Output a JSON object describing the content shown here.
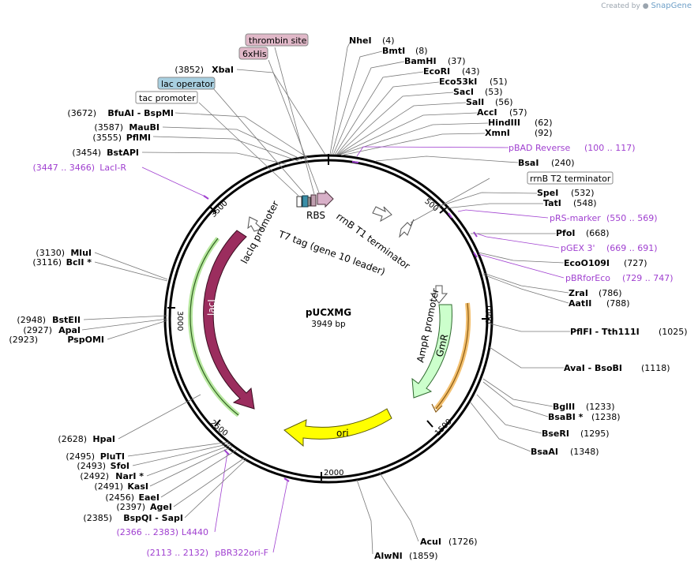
{
  "brand": {
    "created_by": "Created by",
    "name": "SnapGene"
  },
  "plasmid": {
    "name": "pUCXMG",
    "length": "3949 bp"
  },
  "tick_labels": [
    "500",
    "1000",
    "1500",
    "2000",
    "2500",
    "3000",
    "3500"
  ],
  "feature_labels": {
    "rbs": "RBS",
    "rrnb_t1": "rrnB T1 terminator",
    "t7_tag": "T7 tag (gene 10 leader)",
    "laciq_promoter": "lacIq promoter",
    "laci": "lacI",
    "ampr_promoter": "AmpR promoter",
    "gmr": "GmR",
    "ori": "ori"
  },
  "boxed_labels": {
    "thrombin_site": "thrombin site",
    "his_tag": "6xHis",
    "lac_operator": "lac operator",
    "tac_promoter": "tac promoter",
    "rrnb_t2": "rrnB T2 terminator"
  },
  "sites_right": [
    {
      "pos": "(4)",
      "name": "NheI"
    },
    {
      "pos": "(8)",
      "name": "BmtI"
    },
    {
      "pos": "(37)",
      "name": "BamHI"
    },
    {
      "pos": "(43)",
      "name": "EcoRI"
    },
    {
      "pos": "(51)",
      "name": "Eco53kI"
    },
    {
      "pos": "(53)",
      "name": "SacI"
    },
    {
      "pos": "(56)",
      "name": "SalI"
    },
    {
      "pos": "(57)",
      "name": "AccI"
    },
    {
      "pos": "(62)",
      "name": "HindIII"
    },
    {
      "pos": "(92)",
      "name": "XmnI"
    },
    {
      "pos": "(240)",
      "name": "BsaI"
    },
    {
      "pos": "(532)",
      "name": "SpeI"
    },
    {
      "pos": "(548)",
      "name": "TatI"
    },
    {
      "pos": "(668)",
      "name": "PfoI"
    },
    {
      "pos": "(727)",
      "name": "EcoO109I"
    },
    {
      "pos": "(786)",
      "name": "ZraI"
    },
    {
      "pos": "(788)",
      "name": "AatII"
    },
    {
      "pos": "(1025)",
      "name": "PflFI  - Tth111I"
    },
    {
      "pos": "(1118)",
      "name": "AvaI  - BsoBI"
    },
    {
      "pos": "(1233)",
      "name": "BglII"
    },
    {
      "pos": "(1238)",
      "name": "BsaBI *"
    },
    {
      "pos": "(1295)",
      "name": "BseRI"
    },
    {
      "pos": "(1348)",
      "name": "BsaAI"
    },
    {
      "pos": "(1726)",
      "name": "AcuI"
    },
    {
      "pos": "(1859)",
      "name": "AlwNI"
    }
  ],
  "sites_left": [
    {
      "pos": "(3852)",
      "name": "XbaI"
    },
    {
      "pos": "(3672)",
      "name": "BfuAI  - BspMI"
    },
    {
      "pos": "(3587)",
      "name": "MauBI"
    },
    {
      "pos": "(3555)",
      "name": "PflMI"
    },
    {
      "pos": "(3454)",
      "name": "BstAPI"
    },
    {
      "pos": "(3130)",
      "name": "MluI"
    },
    {
      "pos": "(3116)",
      "name": "BclI *"
    },
    {
      "pos": "(2948)",
      "name": "BstEII"
    },
    {
      "pos": "(2927)",
      "name": "ApaI"
    },
    {
      "pos": "(2923)",
      "name": "PspOMI"
    },
    {
      "pos": "(2628)",
      "name": "HpaI"
    },
    {
      "pos": "(2495)",
      "name": "PluTI"
    },
    {
      "pos": "(2493)",
      "name": "SfoI"
    },
    {
      "pos": "(2492)",
      "name": "NarI *"
    },
    {
      "pos": "(2491)",
      "name": "KasI"
    },
    {
      "pos": "(2456)",
      "name": "EaeI"
    },
    {
      "pos": "(2397)",
      "name": "AgeI"
    },
    {
      "pos": "(2385)",
      "name": "BspQI  - SapI"
    }
  ],
  "primers": {
    "pbad_reverse": {
      "name": "pBAD Reverse",
      "range": "(100 .. 117)"
    },
    "prs_marker": {
      "name": "pRS-marker",
      "range": "(550 .. 569)"
    },
    "pgex3": {
      "name": "pGEX 3'",
      "range": "(669 .. 691)"
    },
    "pbrforeco": {
      "name": "pBRforEco",
      "range": "(729 .. 747)"
    },
    "laci_r": {
      "name": "LacI-R",
      "range": "(3447 .. 3466)"
    },
    "l4440": {
      "name": "L4440",
      "range": "(2366 .. 2383)"
    },
    "pbr322ori_f": {
      "name": "pBR322ori-F",
      "range": "(2113 .. 2132)"
    }
  },
  "colors": {
    "laci": "#9b2d5e",
    "gmr": "#ccffcc",
    "ori": "#ffff00",
    "primer": "#a040d0",
    "lac_operator": "#a8cfe0",
    "thrombin": "#e0b8c8"
  }
}
